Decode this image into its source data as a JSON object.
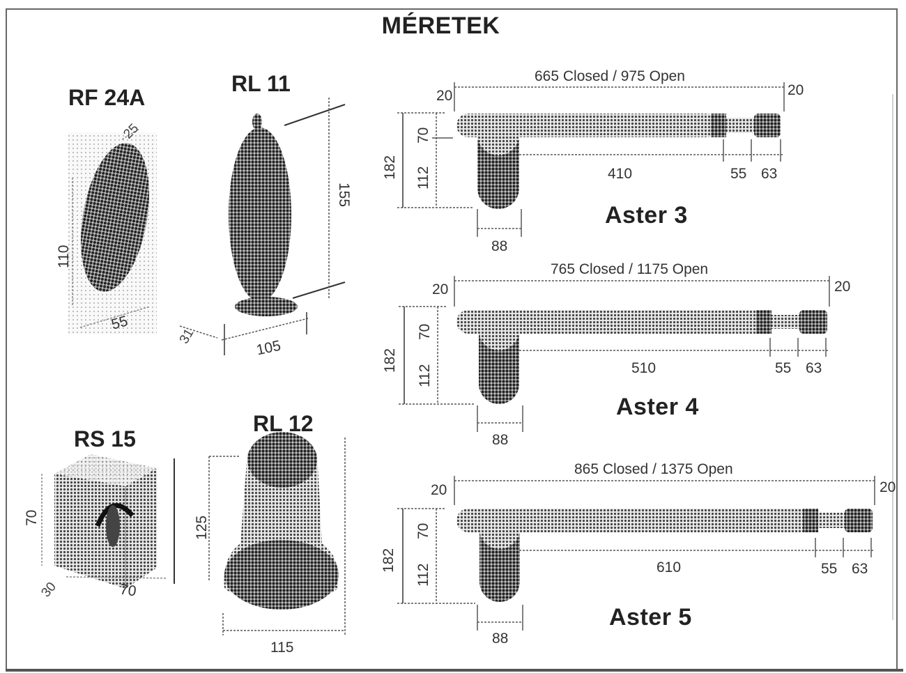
{
  "title": "MÉRETEK",
  "products": {
    "rf24a": {
      "name": "RF 24A",
      "height": "110",
      "width": "55",
      "depth": "25"
    },
    "rl11": {
      "name": "RL 11",
      "height": "155",
      "width": "105",
      "depth": "31"
    },
    "rs15": {
      "name": "RS 15",
      "height": "70",
      "width": "70",
      "depth": "30"
    },
    "rl12": {
      "name": "RL 12",
      "height": "125",
      "width": "115"
    }
  },
  "asters": [
    {
      "name": "Aster 3",
      "total": "665 Closed / 975 Open",
      "end_left": "20",
      "end_right": "20",
      "arm_height": "70",
      "body_height": "112",
      "total_height": "182",
      "body_width": "88",
      "arm_length": "410",
      "seg1": "55",
      "seg2": "63"
    },
    {
      "name": "Aster  4",
      "total": "765 Closed  / 1175 Open",
      "end_left": "20",
      "end_right": "20",
      "arm_height": "70",
      "body_height": "112",
      "total_height": "182",
      "body_width": "88",
      "arm_length": "510",
      "seg1": "55",
      "seg2": "63"
    },
    {
      "name": "Aster 5",
      "total": "865 Closed  / 1375 Open",
      "end_left": "20",
      "end_right": "20",
      "arm_height": "70",
      "body_height": "112",
      "total_height": "182",
      "body_width": "88",
      "arm_length": "610",
      "seg1": "55",
      "seg2": "63"
    }
  ]
}
